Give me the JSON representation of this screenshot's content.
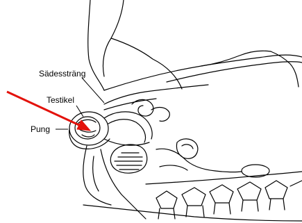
{
  "labels": {
    "spermatic_cord": "Sädessträng",
    "testicle": "Testikel",
    "scrotum": "Pung"
  },
  "colors": {
    "line": "#000000",
    "arrow": "#e3120b",
    "background": "#ffffff"
  }
}
